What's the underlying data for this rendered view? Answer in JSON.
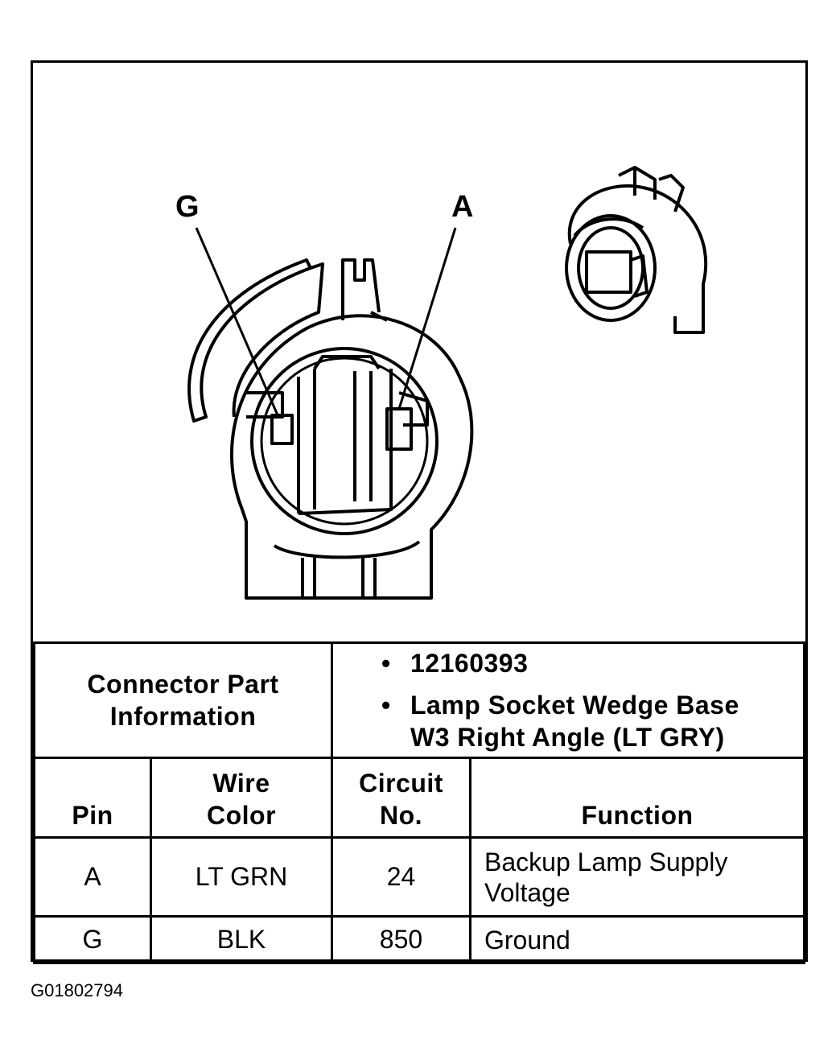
{
  "diagram": {
    "pin_labels": {
      "left": "G",
      "right": "A"
    },
    "icons": [
      "connector-face-icon",
      "lamp-socket-icon"
    ]
  },
  "connector_info": {
    "header": "Connector Part Information",
    "header_line1": "Connector Part",
    "header_line2": "Information",
    "bullets": [
      "12160393",
      "Lamp Socket Wedge Base W3 Right Angle (LT GRY)"
    ],
    "bullet2_line1": "Lamp Socket Wedge Base",
    "bullet2_line2": "W3 Right Angle (LT GRY)",
    "bullet_glyph": "•"
  },
  "table": {
    "headers": {
      "pin": "Pin",
      "wire_color_1": "Wire",
      "wire_color_2": "Color",
      "circuit_1": "Circuit",
      "circuit_2": "No.",
      "function": "Function"
    },
    "rows": [
      {
        "pin": "A",
        "wire_color": "LT GRN",
        "circuit": "24",
        "function": "Backup Lamp Supply Voltage",
        "function_line1": "Backup Lamp Supply",
        "function_line2": "Voltage"
      },
      {
        "pin": "G",
        "wire_color": "BLK",
        "circuit": "850",
        "function": "Ground",
        "function_line1": "Ground",
        "function_line2": ""
      }
    ]
  },
  "figure_id": "G01802794"
}
